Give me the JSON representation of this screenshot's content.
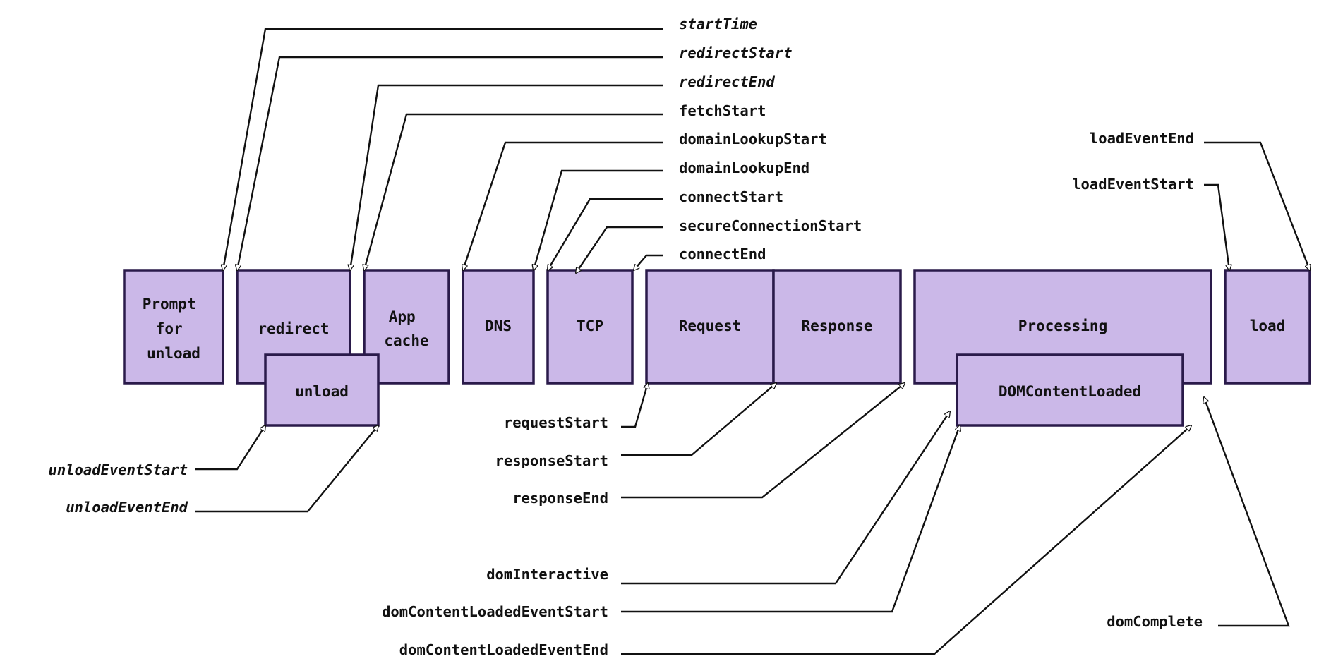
{
  "phases": [
    {
      "id": "prompt",
      "lines": [
        "Prompt",
        "for",
        "unload"
      ]
    },
    {
      "id": "redirect",
      "lines": [
        "redirect"
      ]
    },
    {
      "id": "app-cache",
      "lines": [
        "App",
        "cache"
      ]
    },
    {
      "id": "dns",
      "lines": [
        "DNS"
      ]
    },
    {
      "id": "tcp",
      "lines": [
        "TCP"
      ]
    },
    {
      "id": "request",
      "lines": [
        "Request"
      ]
    },
    {
      "id": "response",
      "lines": [
        "Response"
      ]
    },
    {
      "id": "processing",
      "lines": [
        "Processing"
      ]
    },
    {
      "id": "load",
      "lines": [
        "load"
      ]
    },
    {
      "id": "unload",
      "lines": [
        "unload"
      ]
    },
    {
      "id": "domcontentloaded",
      "lines": [
        "DOMContentLoaded"
      ]
    }
  ],
  "events": {
    "top": [
      {
        "label": "startTime",
        "italic": true
      },
      {
        "label": "redirectStart",
        "italic": true
      },
      {
        "label": "redirectEnd",
        "italic": true
      },
      {
        "label": "fetchStart",
        "italic": false
      },
      {
        "label": "domainLookupStart",
        "italic": false
      },
      {
        "label": "domainLookupEnd",
        "italic": false
      },
      {
        "label": "connectStart",
        "italic": false
      },
      {
        "label": "secureConnectionStart",
        "italic": false
      },
      {
        "label": "connectEnd",
        "italic": false
      }
    ],
    "load": [
      {
        "label": "loadEventEnd",
        "italic": false
      },
      {
        "label": "loadEventStart",
        "italic": false
      }
    ],
    "unload": [
      {
        "label": "unloadEventStart",
        "italic": true
      },
      {
        "label": "unloadEventEnd",
        "italic": true
      }
    ],
    "network": [
      {
        "label": "requestStart",
        "italic": false
      },
      {
        "label": "responseStart",
        "italic": false
      },
      {
        "label": "responseEnd",
        "italic": false
      }
    ],
    "dom": [
      {
        "label": "domInteractive",
        "italic": false
      },
      {
        "label": "domContentLoadedEventStart",
        "italic": false
      },
      {
        "label": "domContentLoadedEventEnd",
        "italic": false
      }
    ],
    "complete": [
      {
        "label": "domComplete",
        "italic": false
      }
    ]
  },
  "colors": {
    "box_fill": "#cbb8e8",
    "box_stroke": "#2a1a4a",
    "line": "#111111"
  }
}
